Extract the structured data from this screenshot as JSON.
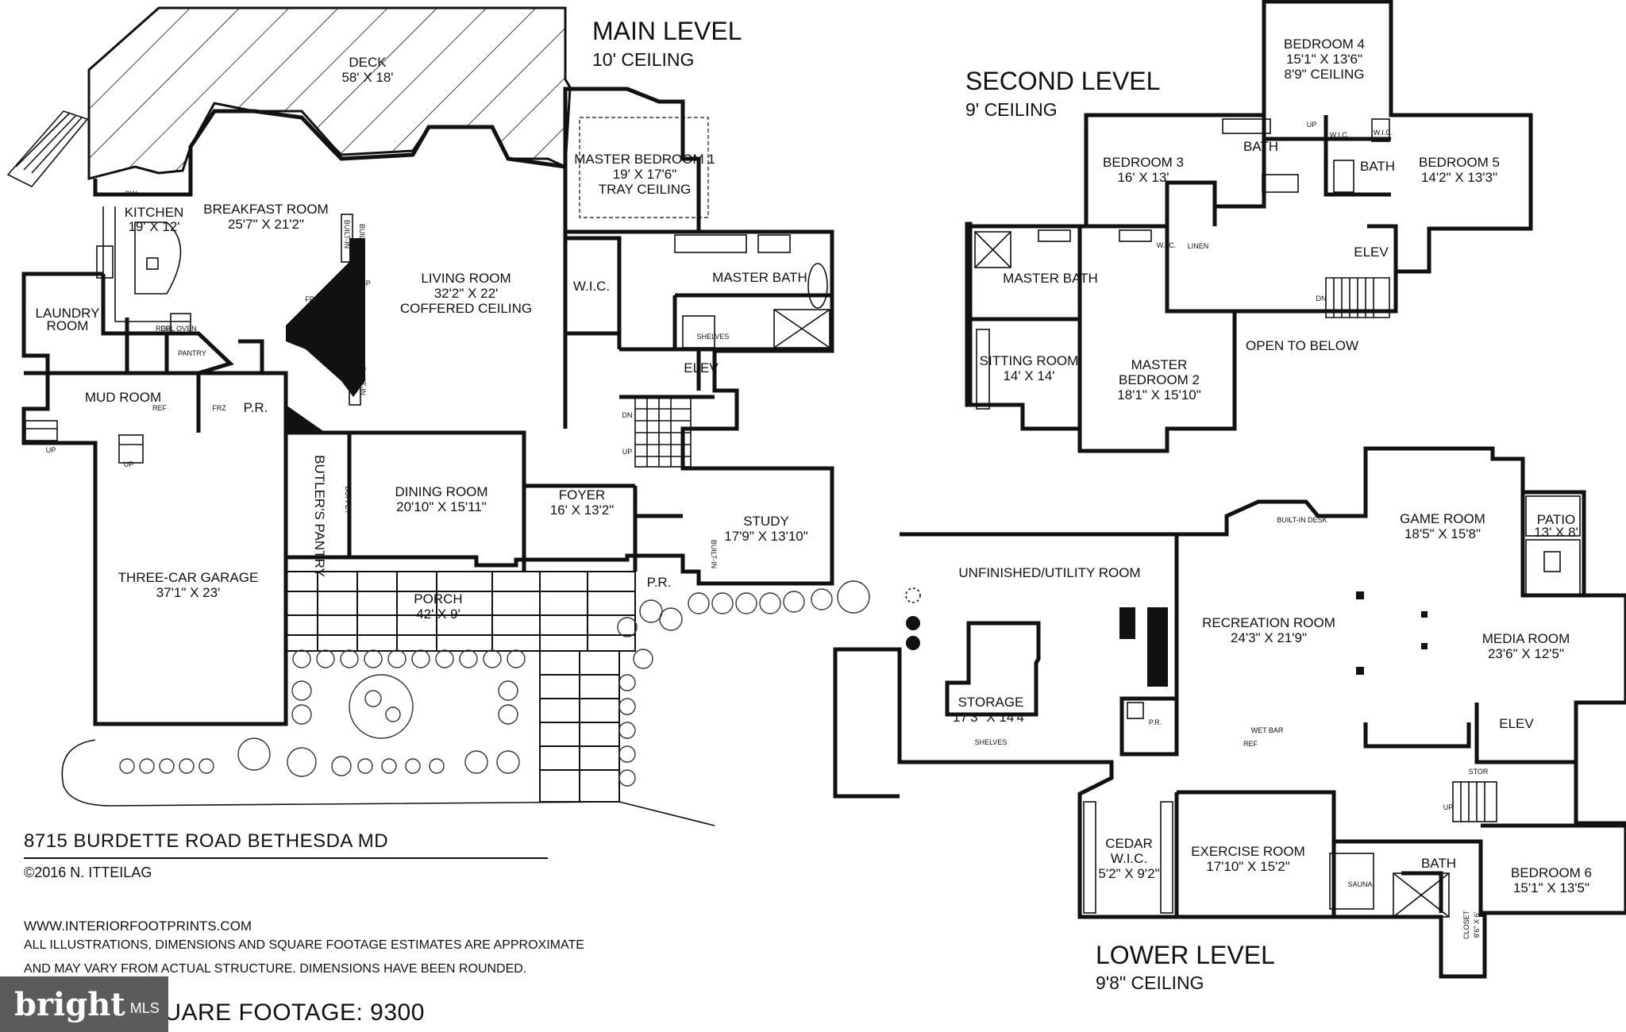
{
  "levels": {
    "main": {
      "title": "MAIN LEVEL",
      "ceiling": "10' CEILING"
    },
    "second": {
      "title": "SECOND LEVEL",
      "ceiling": "9' CEILING"
    },
    "lower": {
      "title": "LOWER LEVEL",
      "ceiling": "9'8\" CEILING"
    }
  },
  "rooms": {
    "deck": [
      "DECK",
      "58' X 18'"
    ],
    "kitchen": [
      "KITCHEN",
      "19' X 12'"
    ],
    "breakfast": [
      "BREAKFAST ROOM",
      "25'7\" X 21'2\""
    ],
    "master1": [
      "MASTER BEDROOM 1",
      "19' X 17'6\"",
      "TRAY CEILING"
    ],
    "living": [
      "LIVING ROOM",
      "32'2\" X 22'",
      "COFFERED CEILING"
    ],
    "laundry": [
      "LAUNDRY",
      "ROOM"
    ],
    "mudroom": [
      "MUD ROOM"
    ],
    "dining": [
      "DINING ROOM",
      "20'10\" X 15'11\""
    ],
    "foyer": [
      "FOYER",
      "16' X 13'2\""
    ],
    "study": [
      "STUDY",
      "17'9\" X 13'10\""
    ],
    "garage": [
      "THREE-CAR GARAGE",
      "37'1\" X 23'"
    ],
    "porch": [
      "PORCH",
      "42' X 9'"
    ],
    "bed4": [
      "BEDROOM 4",
      "15'1\" X 13'6\"",
      "8'9\" CEILING"
    ],
    "bed3": [
      "BEDROOM 3",
      "16' X 13'"
    ],
    "bed5": [
      "BEDROOM 5",
      "14'2\" X 13'3\""
    ],
    "sitting": [
      "SITTING ROOM",
      "14' X 14'"
    ],
    "master2": [
      "MASTER",
      "BEDROOM 2",
      "18'1\" X 15'10\""
    ],
    "utility": [
      "UNFINISHED/UTILITY ROOM"
    ],
    "storage": [
      "STORAGE",
      "17'3\" X 14'4\""
    ],
    "rec": [
      "RECREATION ROOM",
      "24'3\" X 21'9\""
    ],
    "game": [
      "GAME ROOM",
      "18'5\" X 15'8\""
    ],
    "patio": [
      "PATIO",
      "13' X 8'"
    ],
    "media": [
      "MEDIA ROOM",
      "23'6\" X 12'5\""
    ],
    "cedar": [
      "CEDAR",
      "W.I.C.",
      "5'2\" X 9'2\""
    ],
    "exercise": [
      "EXERCISE ROOM",
      "17'10\" X 15'2\""
    ],
    "bed6": [
      "BEDROOM 6",
      "15'1\" X 13'5\""
    ],
    "closet": [
      "CLOSET",
      "8'6\" X 6'"
    ]
  },
  "labels": {
    "master_bath": "MASTER BATH",
    "wic": "W.I.C.",
    "elev": "ELEV",
    "bath": "BATH",
    "linen": "LINEN",
    "open_below": "OPEN TO BELOW",
    "butlers": "BUTLER'S PANTRY",
    "pantry": "PANTRY",
    "pr": "P.R.",
    "fp": "FP",
    "builtin": "BUILT-IN",
    "builtin_desk": "BUILT-IN DESK",
    "wet_bar": "WET BAR",
    "shelves": "SHELVES",
    "sauna": "SAUNA",
    "stor": "STOR",
    "ref": "REF",
    "frz": "FRZ",
    "dbl_oven": "DBL OVEN",
    "buffet": "BUFFET",
    "up": "UP",
    "dn": "DN",
    "dw": "DW"
  },
  "footer": {
    "address": "8715 BURDETTE ROAD BETHESDA MD",
    "copyright": "©2016 N. ITTEILAG",
    "website": "WWW.INTERIORFOOTPRINTS.COM",
    "disclaimer1": "ALL ILLUSTRATIONS, DIMENSIONS AND SQUARE FOOTAGE ESTIMATES ARE APPROXIMATE",
    "disclaimer2": "AND MAY VARY FROM ACTUAL STRUCTURE. DIMENSIONS HAVE BEEN ROUNDED.",
    "square_footage": "SQUARE FOOTAGE: 9300",
    "logo_main": "bright",
    "logo_mls": "MLS"
  }
}
